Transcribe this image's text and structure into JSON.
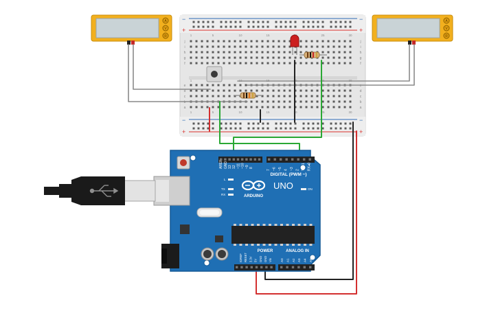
{
  "app": {
    "canvas_background": "#ffffff"
  },
  "colors": {
    "board_blue": "#1f6fb4",
    "board_dark": "#155a96",
    "breadboard": "#e9e9e9",
    "rail_red": "#d9302c",
    "rail_blue": "#2d6bb5",
    "meter_body": "#f2b01e",
    "meter_screen": "#c9d3d6",
    "wire_green": "#2aa834",
    "wire_red": "#d32f2f",
    "wire_black": "#222222",
    "wire_gray": "#8a8a8a",
    "led_red": "#cc1f1f"
  },
  "breadboard": {
    "row_letters_top": [
      "j",
      "i",
      "h",
      "g",
      "f"
    ],
    "row_letters_bottom": [
      "e",
      "d",
      "c",
      "b",
      "a"
    ],
    "column_numbers": [
      "1",
      "5",
      "10",
      "15",
      "20",
      "25",
      "30"
    ],
    "rail_plus": "+",
    "rail_minus": "−"
  },
  "multimeter_left": {
    "button_labels": [
      "A",
      "V",
      "R"
    ]
  },
  "multimeter_right": {
    "button_labels": [
      "A",
      "V",
      "R"
    ]
  },
  "arduino": {
    "logo_text": "ARDUINO",
    "model": "UNO",
    "digital_label": "DIGITAL (PWM ~)",
    "power_label": "POWER",
    "analog_label": "ANALOG IN",
    "led_labels": [
      "L",
      "TX",
      "RX"
    ],
    "on_label": "ON",
    "aref_label": "AREF",
    "gnd_label": "GND",
    "digital_pins_left": [
      "13",
      "12",
      "~11",
      "~10",
      "~9",
      "8"
    ],
    "digital_pins_right": [
      "7",
      "~6",
      "~5",
      "4",
      "~3",
      "2",
      "TX▸1",
      "RX◂0"
    ],
    "power_pins": [
      "IOREF",
      "RESET",
      "3.3V",
      "5V",
      "GND",
      "GND",
      "Vin"
    ],
    "analog_pins": [
      "A0",
      "A1",
      "A2",
      "A3",
      "A4",
      "A5"
    ]
  }
}
